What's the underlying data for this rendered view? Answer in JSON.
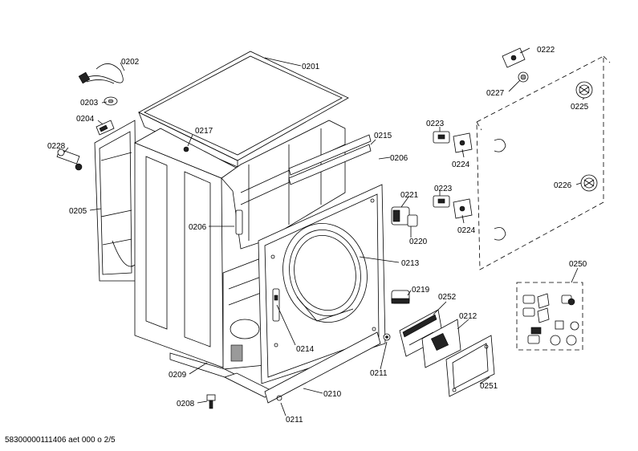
{
  "footer": "58300000111406 aet 000 o 2/5",
  "labels": {
    "l0201": "0201",
    "l0202": "0202",
    "l0203": "0203",
    "l0204": "0204",
    "l0205": "0205",
    "l0206a": "0206",
    "l0206b": "0206",
    "l0208": "0208",
    "l0209": "0209",
    "l0210": "0210",
    "l0211a": "0211",
    "l0211b": "0211",
    "l0212": "0212",
    "l0213": "0213",
    "l0214": "0214",
    "l0215": "0215",
    "l0217": "0217",
    "l0219": "0219",
    "l0220": "0220",
    "l0221": "0221",
    "l0222": "0222",
    "l0223a": "0223",
    "l0223b": "0223",
    "l0224a": "0224",
    "l0224b": "0224",
    "l0225": "0225",
    "l0226": "0226",
    "l0227": "0227",
    "l0228": "0228",
    "l0250": "0250",
    "l0251": "0251",
    "l0252": "0252"
  }
}
